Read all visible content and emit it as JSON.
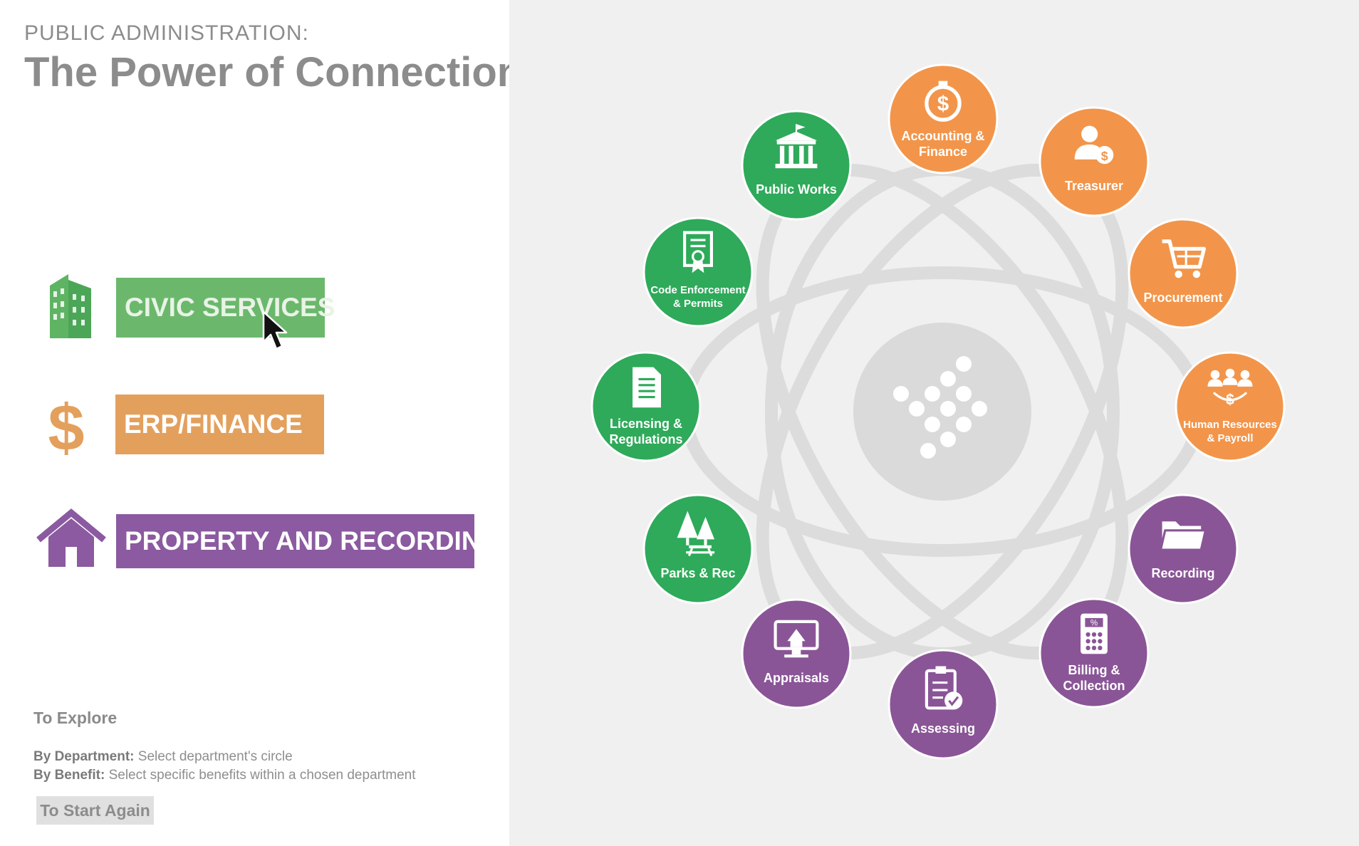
{
  "header": {
    "eyebrow": "PUBLIC ADMINISTRATION:",
    "title": "The Power of Connections"
  },
  "categories": [
    {
      "label": "CIVIC SERVICES",
      "icon": "building-icon",
      "color": "#6bb86d"
    },
    {
      "label": "ERP/FINANCE",
      "icon": "dollar-icon",
      "color": "#e3a05d"
    },
    {
      "label": "PROPERTY AND RECORDING",
      "icon": "house-icon",
      "color": "#8b5aa0"
    }
  ],
  "explore": {
    "title": "To Explore",
    "dept_label": "By Department:",
    "dept_text": "Select department's circle",
    "benefit_label": "By Benefit:",
    "benefit_text": "Select specific benefits within a chosen department",
    "restart_label": "To Start Again"
  },
  "colors": {
    "green": "#2eaa5a",
    "orange": "#f2954a",
    "purple": "#8a5597",
    "hub": "#dadada",
    "orbit": "#dcdcdc"
  },
  "departments": [
    {
      "id": "accounting",
      "lines": [
        "Accounting &",
        "Finance"
      ],
      "group": "orange",
      "icon": "stopwatch-dollar-icon"
    },
    {
      "id": "treasurer",
      "lines": [
        "Treasurer"
      ],
      "group": "orange",
      "icon": "person-coin-icon"
    },
    {
      "id": "procurement",
      "lines": [
        "Procurement"
      ],
      "group": "orange",
      "icon": "cart-icon"
    },
    {
      "id": "hr",
      "lines": [
        "Human Resources",
        "& Payroll"
      ],
      "group": "orange",
      "icon": "people-dollar-icon"
    },
    {
      "id": "recording",
      "lines": [
        "Recording"
      ],
      "group": "purple",
      "icon": "folder-icon"
    },
    {
      "id": "billing",
      "lines": [
        "Billing &",
        "Collection"
      ],
      "group": "purple",
      "icon": "calculator-icon"
    },
    {
      "id": "assessing",
      "lines": [
        "Assessing"
      ],
      "group": "purple",
      "icon": "clipboard-check-icon"
    },
    {
      "id": "appraisals",
      "lines": [
        "Appraisals"
      ],
      "group": "purple",
      "icon": "monitor-house-icon"
    },
    {
      "id": "parks",
      "lines": [
        "Parks & Rec"
      ],
      "group": "green",
      "icon": "trees-icon"
    },
    {
      "id": "licensing",
      "lines": [
        "Licensing &",
        "Regulations"
      ],
      "group": "green",
      "icon": "document-icon"
    },
    {
      "id": "code",
      "lines": [
        "Code Enforcement",
        "& Permits"
      ],
      "group": "green",
      "icon": "certificate-icon"
    },
    {
      "id": "publicworks",
      "lines": [
        "Public Works"
      ],
      "group": "green",
      "icon": "government-building-icon"
    }
  ]
}
